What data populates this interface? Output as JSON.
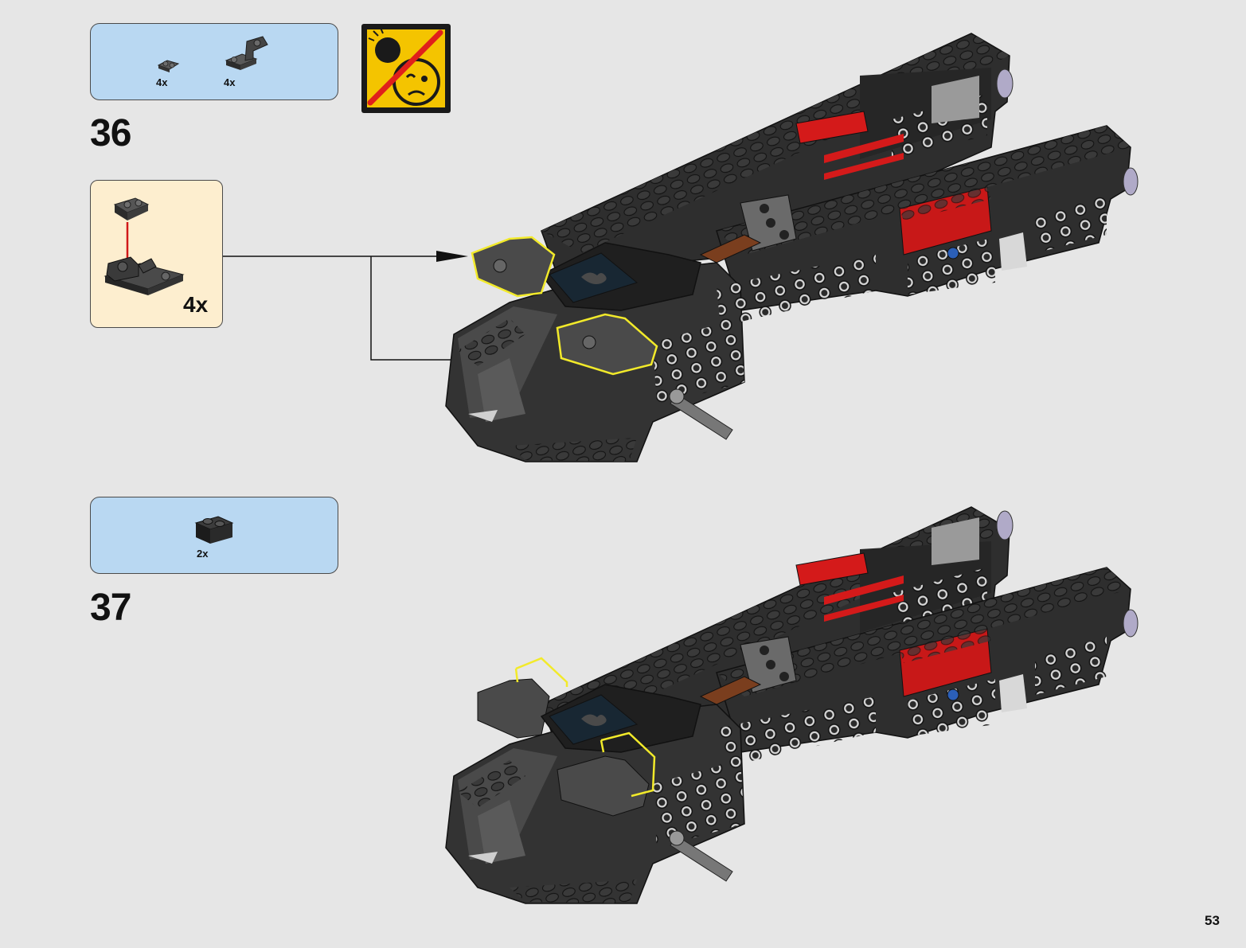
{
  "page": {
    "number": "53"
  },
  "warning_icon": {
    "icon": "no-eye-hazard-icon",
    "colors": {
      "background": "#f4c400",
      "frame": "#1a1a1a",
      "slash": "#e0201b"
    }
  },
  "steps": [
    {
      "number": "36",
      "parts": [
        {
          "icon": "clip-plate-part-icon",
          "qty": "4x"
        },
        {
          "icon": "bracket-plate-part-icon",
          "qty": "4x"
        }
      ],
      "subassembly": {
        "qty": "4x",
        "colors": {
          "background": "#fdeecf",
          "arrow": "#d01818"
        }
      }
    },
    {
      "number": "37",
      "parts": [
        {
          "icon": "brick-1x2-part-icon",
          "qty": "2x"
        }
      ]
    }
  ],
  "colors": {
    "parts_box": "#b9d8f2",
    "highlight": "#f2ea2a",
    "model_dark": "#2e2e2e",
    "model_red": "#d41a1a"
  }
}
